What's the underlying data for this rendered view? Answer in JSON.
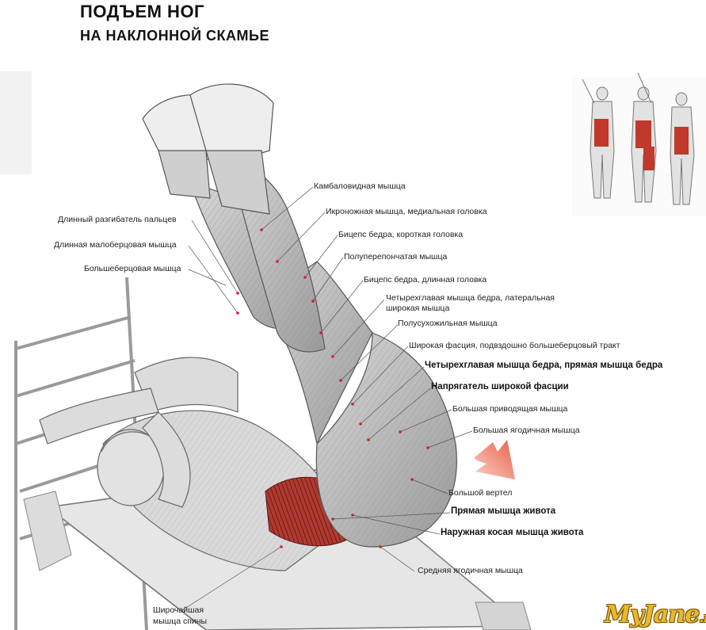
{
  "title": {
    "line1": "ПОДЪЕМ НОГ",
    "line2": "НА НАКЛОННОЙ СКАМЬЕ"
  },
  "labels": [
    {
      "id": "l1",
      "text": "Камбаловидная мышца",
      "bold": false
    },
    {
      "id": "l2",
      "text": "Икроножная мышца, медиальная головка",
      "bold": false
    },
    {
      "id": "l3",
      "text": "Длинный разгибатель пальцев",
      "bold": false
    },
    {
      "id": "l4",
      "text": "Бицепс бедра, короткая головка",
      "bold": false
    },
    {
      "id": "l5",
      "text": "Длинная малоберцовая мышца",
      "bold": false
    },
    {
      "id": "l6",
      "text": "Полуперепончатая мышца",
      "bold": false
    },
    {
      "id": "l7",
      "text": "Большеберцовая мышца",
      "bold": false
    },
    {
      "id": "l8",
      "text": "Бицепс бедра, длинная головка",
      "bold": false
    },
    {
      "id": "l9a",
      "text": "Четырехглавая мышца бедра, латеральная",
      "bold": false
    },
    {
      "id": "l9b",
      "text": "широкая мышца",
      "bold": false
    },
    {
      "id": "l10",
      "text": "Полусухожильная мышца",
      "bold": false
    },
    {
      "id": "l11",
      "text": "Широкая фасция, подвздошно большеберцовый тракт",
      "bold": false
    },
    {
      "id": "l12",
      "text": "Четырехглавая мышца бедра, прямая мышца бедра",
      "bold": true
    },
    {
      "id": "l13",
      "text": "Напрягатель широкой фасции",
      "bold": true
    },
    {
      "id": "l14",
      "text": "Большая приводящая мышца",
      "bold": false
    },
    {
      "id": "l15",
      "text": "Большая ягодичная мышца",
      "bold": false
    },
    {
      "id": "l16",
      "text": "Большой вертел",
      "bold": false
    },
    {
      "id": "l17",
      "text": "Прямая мышца живота",
      "bold": true
    },
    {
      "id": "l18",
      "text": "Наружная косая мышца живота",
      "bold": true
    },
    {
      "id": "l19",
      "text": "Средняя ягодичная мышца",
      "bold": false
    },
    {
      "id": "l20a",
      "text": "Широчайшая",
      "bold": false
    },
    {
      "id": "l20b",
      "text": "мышца спины",
      "bold": false
    }
  ],
  "watermark": {
    "main": "MyJane",
    "suffix": ".ru"
  },
  "colors": {
    "muscle_highlight": "#c0392b",
    "arrow": "#e8604c",
    "line": "#555555",
    "dot": "#d0202a"
  }
}
